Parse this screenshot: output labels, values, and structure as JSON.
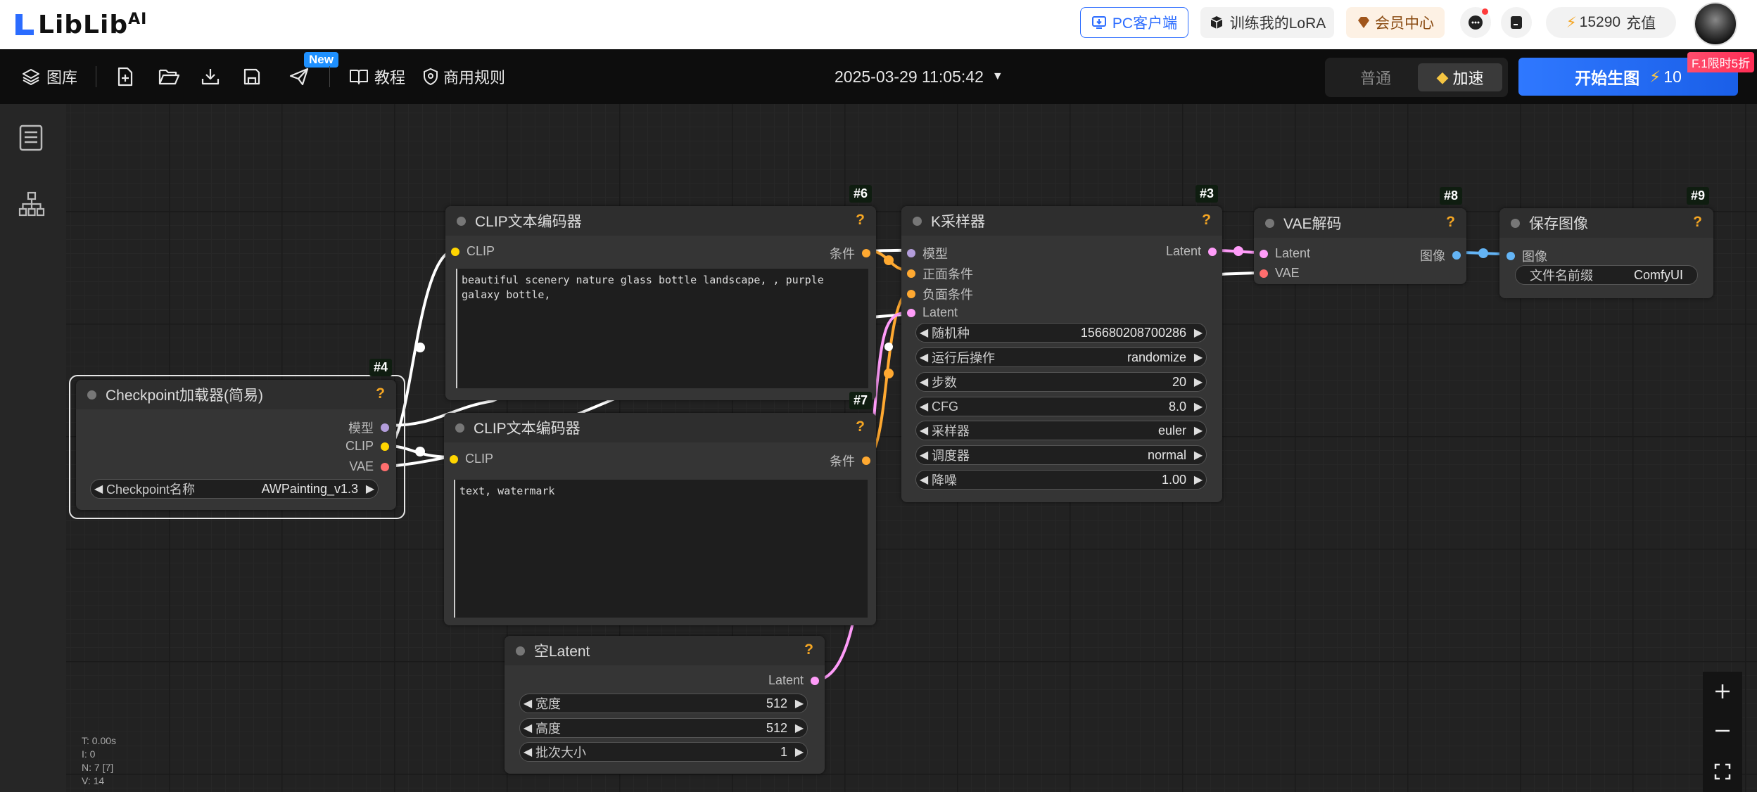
{
  "brand": {
    "name": "LibLib",
    "suffix": "AI"
  },
  "header": {
    "pc_client": "PC客户端",
    "train_lora": "训练我的LoRA",
    "membership": "会员中心",
    "credits": "15290",
    "recharge": "充值",
    "promo_badge": "F.1限时5折"
  },
  "toolbar": {
    "gallery": "图库",
    "new_badge": "New",
    "tutorial": "教程",
    "commercial_rules": "商用规则",
    "datetime": "2025-03-29 11:05:42",
    "mode_normal": "普通",
    "mode_fast": "加速",
    "generate": "开始生图",
    "generate_cost": "10"
  },
  "nodes": {
    "checkpoint": {
      "id": "#4",
      "title": "Checkpoint加载器(简易)",
      "out_model": "模型",
      "out_clip": "CLIP",
      "out_vae": "VAE",
      "w_label": "Checkpoint名称",
      "w_value": "AWPainting_v1.3"
    },
    "clip_pos": {
      "id": "#6",
      "title": "CLIP文本编码器",
      "in_clip": "CLIP",
      "out_cond": "条件",
      "text": "beautiful scenery nature glass bottle landscape, , purple galaxy bottle,"
    },
    "clip_neg": {
      "id": "#7",
      "title": "CLIP文本编码器",
      "in_clip": "CLIP",
      "out_cond": "条件",
      "text": "text, watermark"
    },
    "ksampler": {
      "id": "#3",
      "title": "K采样器",
      "in_model": "模型",
      "in_pos": "正面条件",
      "in_neg": "负面条件",
      "in_latent": "Latent",
      "out_latent": "Latent",
      "widgets": [
        {
          "label": "随机种",
          "value": "156680208700286"
        },
        {
          "label": "运行后操作",
          "value": "randomize"
        },
        {
          "label": "步数",
          "value": "20"
        },
        {
          "label": "CFG",
          "value": "8.0"
        },
        {
          "label": "采样器",
          "value": "euler"
        },
        {
          "label": "调度器",
          "value": "normal"
        },
        {
          "label": "降噪",
          "value": "1.00"
        }
      ]
    },
    "vae_decode": {
      "id": "#8",
      "title": "VAE解码",
      "in_latent": "Latent",
      "in_vae": "VAE",
      "out_image": "图像"
    },
    "save_image": {
      "id": "#9",
      "title": "保存图像",
      "in_image": "图像",
      "w_label": "文件名前缀",
      "w_value": "ComfyUI"
    },
    "empty_latent": {
      "title": "空Latent",
      "out_latent": "Latent",
      "widgets": [
        {
          "label": "宽度",
          "value": "512"
        },
        {
          "label": "高度",
          "value": "512"
        },
        {
          "label": "批次大小",
          "value": "1"
        }
      ]
    }
  },
  "stats": {
    "t": "T: 0.00s",
    "i": "I: 0",
    "n": "N: 7 [7]",
    "v": "V: 14"
  },
  "colors": {
    "clip": "#ffd500",
    "model": "#b39ddb",
    "vae": "#ff6e6e",
    "conditioning": "#ffa931",
    "latent": "#ff9cf9",
    "image": "#64b5f6",
    "accent": "#2b7cff"
  }
}
